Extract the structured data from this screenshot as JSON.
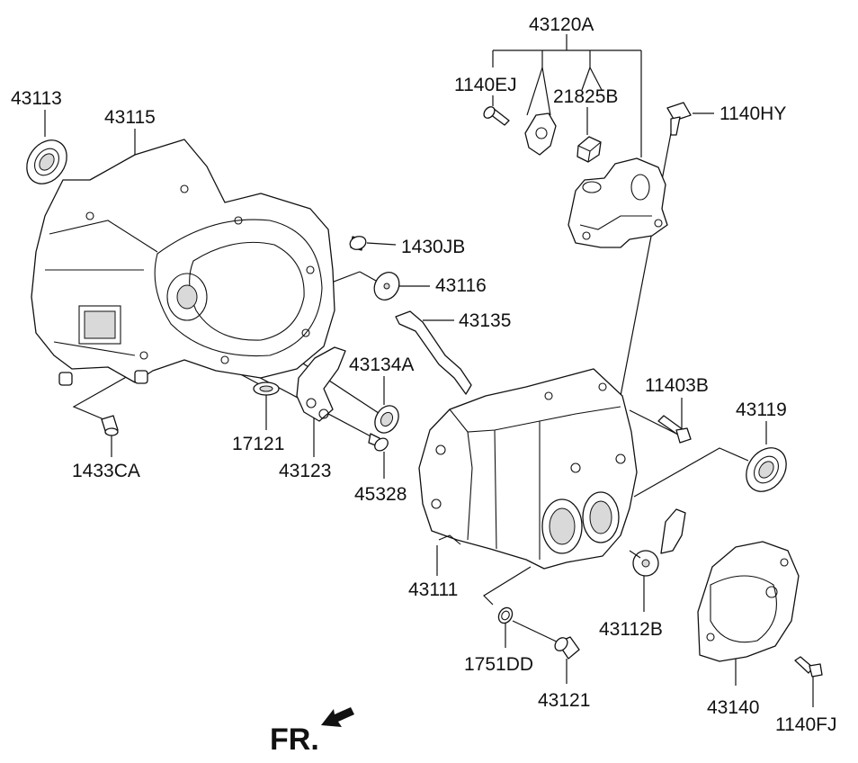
{
  "labels": {
    "p43120A": "43120A",
    "p1140EJ": "1140EJ",
    "p21825B": "21825B",
    "p1140HY": "1140HY",
    "p43113": "43113",
    "p43115": "43115",
    "p1430JB": "1430JB",
    "p43116": "43116",
    "p43135": "43135",
    "p43134A": "43134A",
    "p11403B": "11403B",
    "p43119": "43119",
    "p17121": "17121",
    "p43123": "43123",
    "p45328": "45328",
    "p1433CA": "1433CA",
    "p43111": "43111",
    "p43112B": "43112B",
    "p1751DD": "1751DD",
    "p43121": "43121",
    "p43140": "43140",
    "p1140FJ": "1140FJ"
  },
  "direction": {
    "text": "FR.",
    "icon": "front-direction-arrow-icon"
  }
}
